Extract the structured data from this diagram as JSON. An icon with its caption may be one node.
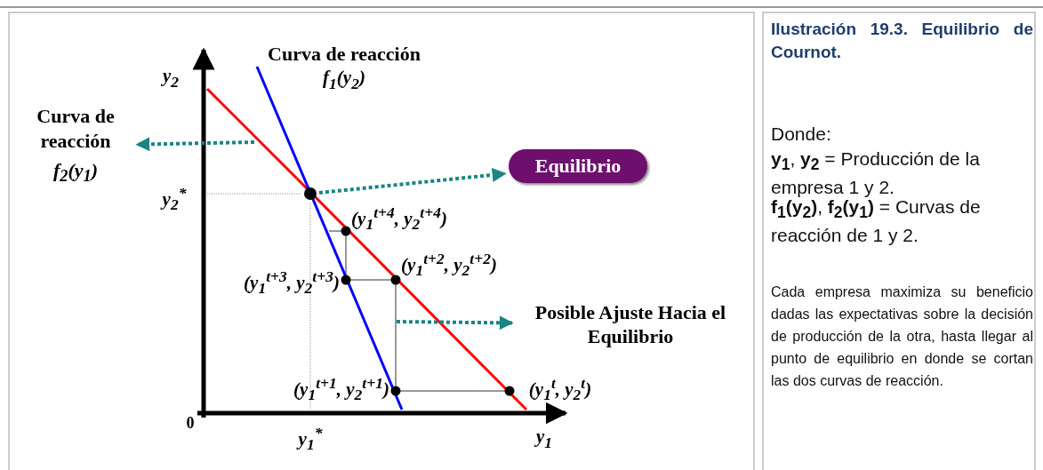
{
  "diagram": {
    "title": "Ilustración 19.3. Equilibrio de Cournot.",
    "nodes": [
      {
        "text": [
          "Curva de reacción",
          "f$_{2}$(y$_{1}$)"
        ]
      },
      {
        "text": [
          "Equilibrio"
        ]
      },
      {
        "text": [],
        "shape": "circle"
      },
      {
        "text": [
          "Posible Ajuste Hacia el Equilibrio"
        ]
      },
      {
        "text": [],
        "shape": "line"
      },
      {
        "text": [],
        "shape": "line"
      }
    ],
    "edges": [
      {
        "from": 4,
        "to": 0,
        "arrow": "to",
        "style": "dashed"
      },
      {
        "from": 2,
        "to": 1,
        "arrow": "to",
        "style": "dashed"
      },
      {
        "from": 5,
        "to": 3,
        "arrow": "to",
        "style": "dashed"
      }
    ],
    "labels": [
      "Curva de reacción",
      "f$_{1}$(y$_{2}$)",
      "y$_{2}$",
      "y$_{2}$$^{*}$",
      "(y$_{1}$$^{t+4}$, y$_{2}$$^{t+4}$)",
      "(y$_{1}$$^{t+2}$, y$_{2}$$^{t+2}$)",
      "(y$_{1}$$^{t+3}$, y$_{2}$$^{t+3}$)",
      "(y$_{1}$$^{t+1}$, y$_{2}$$^{t+1}$)",
      "(y$_{1}$$^{t}$, y$_{2}$$^{t}$)",
      "0",
      "y$_{1}$$^{*}$",
      "y$_{1}$",
      "Donde:",
      "**y$_{1}$**, **y$_{2}$** = Producción de la empresa 1 y 2.",
      "**f$_{1}$(y$_{2}$)**, **f$_{2}$(y$_{1}$)** = Curvas de reacción de 1 y 2.",
      "Cada empresa maximiza su beneficio dadas las expectativas sobre la decisión de producción de la otra, hasta llegar al punto de equilibrio en donde se cortan las dos curvas de reacción."
    ]
  }
}
